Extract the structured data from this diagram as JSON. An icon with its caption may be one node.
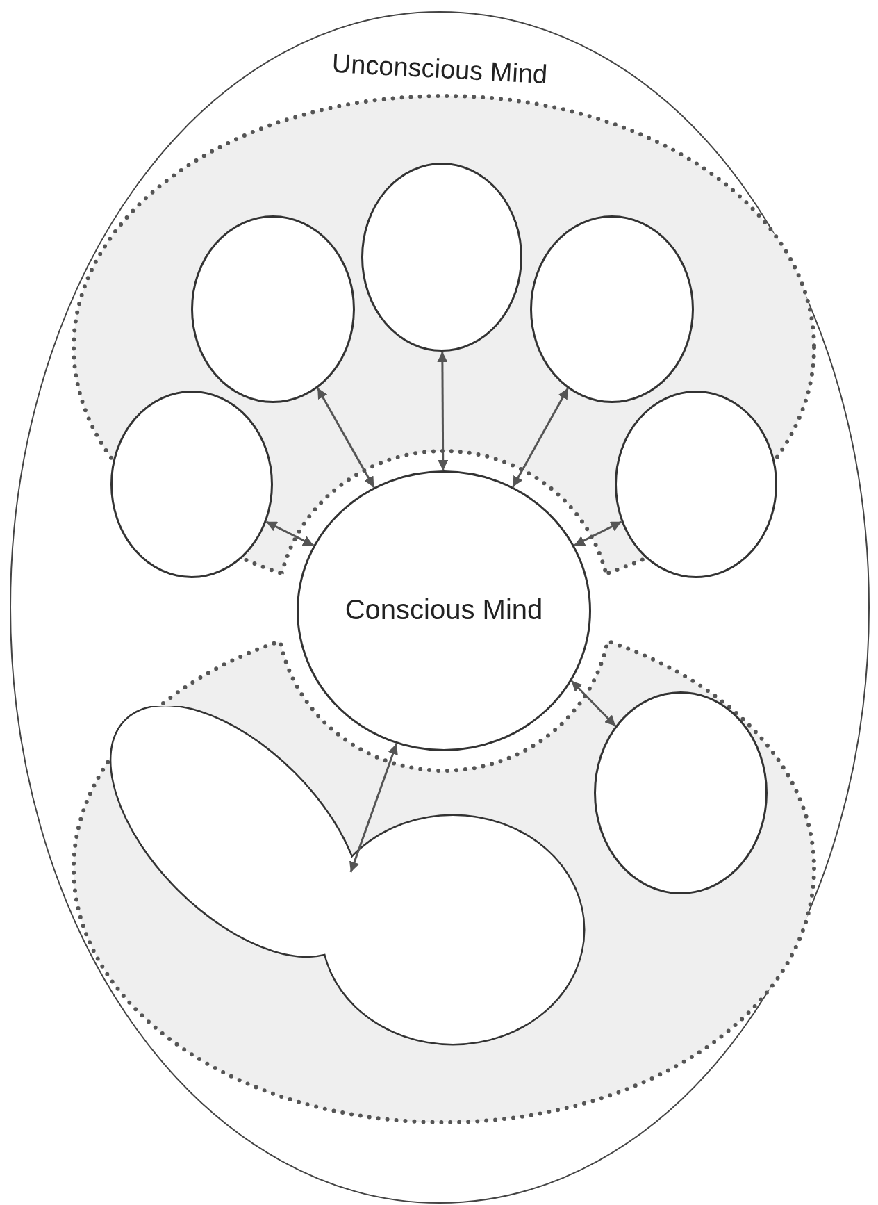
{
  "diagram": {
    "nodes": [
      {
        "text": [
          "Unconscious Mind"
        ]
      },
      {
        "text": [],
        "shape": "circle",
        "in": 0
      },
      {
        "text": [],
        "shape": "circle",
        "in": 0
      },
      {
        "text": [],
        "shape": "circle",
        "in": 0
      },
      {
        "text": [],
        "shape": "circle",
        "in": 0
      },
      {
        "text": [],
        "shape": "circle",
        "in": 0
      },
      {
        "text": [
          "Conscious Mind"
        ],
        "in": 0
      },
      {
        "text": [],
        "shape": "circle",
        "in": 0
      },
      {
        "text": [],
        "shape": "cloud",
        "in": 0
      }
    ],
    "edges": [
      {
        "from": 1,
        "to": 6,
        "arrow": "both"
      },
      {
        "from": 2,
        "to": 6,
        "arrow": "both"
      },
      {
        "from": 3,
        "to": 6,
        "arrow": "both"
      },
      {
        "from": 4,
        "to": 6,
        "arrow": "both"
      },
      {
        "from": 5,
        "to": 6,
        "arrow": "both"
      },
      {
        "from": 6,
        "to": 7,
        "arrow": "both"
      },
      {
        "from": 8,
        "to": 6,
        "arrow": "both"
      }
    ]
  }
}
